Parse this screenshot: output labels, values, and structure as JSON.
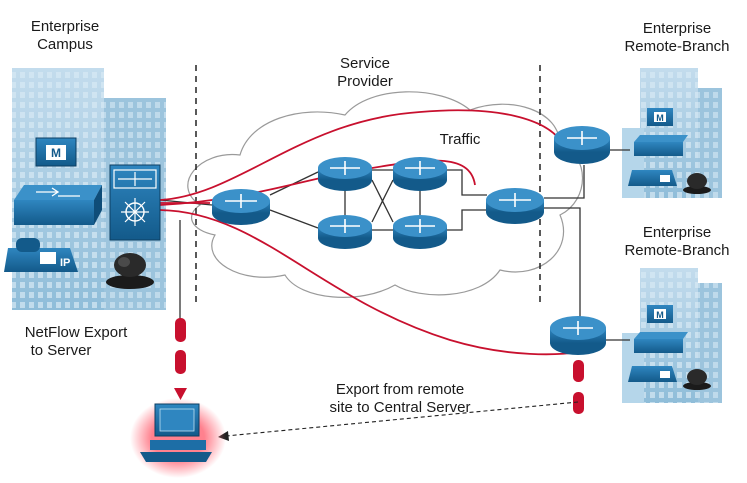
{
  "labels": {
    "campus_line1": "Enterprise",
    "campus_line2": "Campus",
    "provider_line1": "Service",
    "provider_line2": "Provider",
    "traffic": "Traffic",
    "branch1_line1": "Enterprise",
    "branch1_line2": "Remote-Branch",
    "branch2_line1": "Enterprise",
    "branch2_line2": "Remote-Branch",
    "netflow_line1": "NetFlow Export",
    "netflow_line2": "to Server",
    "export_line1": "Export from remote",
    "export_line2": "site to Central Server"
  },
  "icons": {
    "mcu_glyph": "M",
    "ip_phone_glyph": "IP"
  },
  "colors": {
    "building": "#a9cde3",
    "device_blue": "#1d6ea6",
    "flow_red": "#c8102e",
    "link": "#333333"
  }
}
